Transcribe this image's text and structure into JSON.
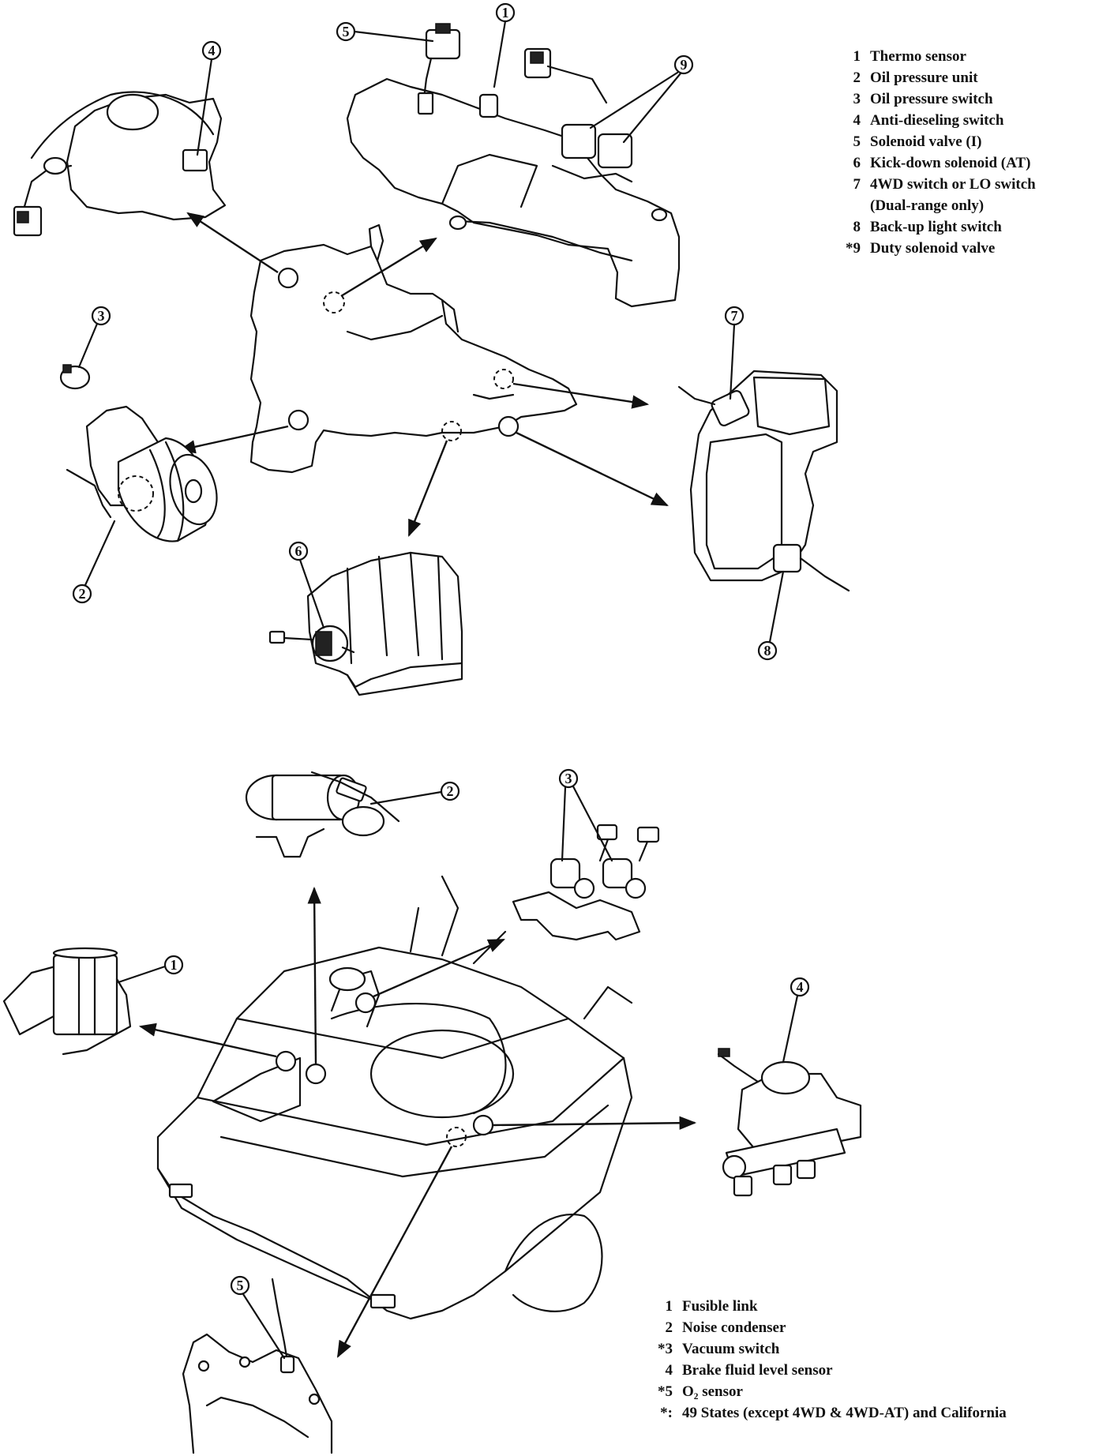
{
  "legend_top": {
    "items": [
      {
        "num": "1",
        "label": "Thermo sensor"
      },
      {
        "num": "2",
        "label": "Oil pressure unit"
      },
      {
        "num": "3",
        "label": "Oil pressure switch"
      },
      {
        "num": "4",
        "label": "Anti-dieseling switch"
      },
      {
        "num": "5",
        "label": "Solenoid valve (I)"
      },
      {
        "num": "6",
        "label": "Kick-down solenoid (AT)"
      },
      {
        "num": "7",
        "label": "4WD switch or LO switch"
      },
      {
        "num": "",
        "label": "(Dual-range only)"
      },
      {
        "num": "8",
        "label": "Back-up light switch"
      },
      {
        "num": "*9",
        "label": "Duty solenoid valve"
      }
    ]
  },
  "legend_bottom": {
    "items": [
      {
        "num": "1",
        "label": "Fusible link"
      },
      {
        "num": "2",
        "label": "Noise condenser"
      },
      {
        "num": "*3",
        "label": "Vacuum switch"
      },
      {
        "num": "4",
        "label": "Brake fluid level sensor"
      },
      {
        "num": "*5",
        "label": "O₂ sensor"
      },
      {
        "num": "*:",
        "label": "49 States (except 4WD & 4WD-AT) and California"
      }
    ]
  },
  "callouts_top": [
    "1",
    "2",
    "3",
    "4",
    "5",
    "6",
    "7",
    "8",
    "9"
  ],
  "callouts_bottom": [
    "1",
    "2",
    "3",
    "4",
    "5"
  ]
}
